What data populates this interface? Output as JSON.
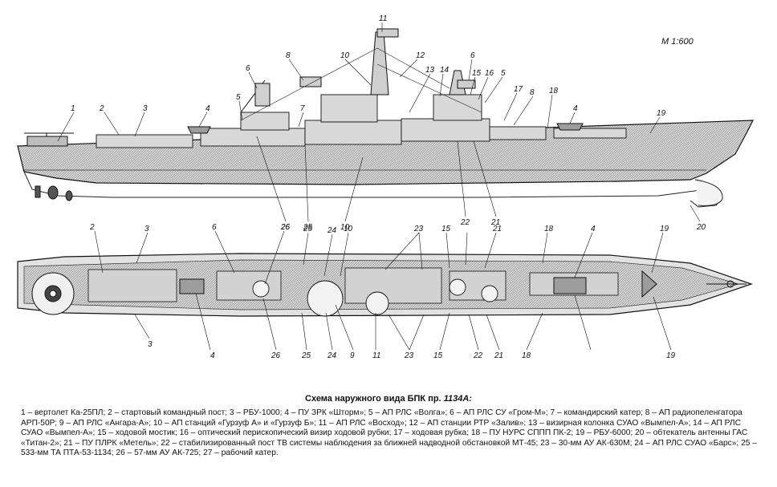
{
  "scale": "М 1:600",
  "caption": {
    "title_prefix": "Схема наружного вида БПК пр.",
    "title_project": "1134А:"
  },
  "legend_text": "1 – вертолет Ка-25ПЛ; 2 – стартовый командный пост; 3 – РБУ-1000; 4 – ПУ ЗРК «Шторм»; 5 – АП РЛС «Волга»; 6 – АП РЛС СУ «Гром-М»; 7 – командирский катер; 8 – АП радиопеленгатора АРП-50Р; 9 – АП РЛС «Ангара-А»; 10 – АП станций «Гурзуф А» и «Гурзуф Б»; 11 – АП РЛС «Восход»; 12 – АП станции РТР «Залив»; 13 – визирная колонка СУАО «Вымпел-А»; 14 – АП РЛС СУАО «Вымпел-А»; 15 – ходовой мостик; 16 – оптический перископический визир ходовой рубки; 17 – ходовая рубка; 18 – ПУ НУРС СППП ПК-2; 19 – РБУ-6000; 20 – обтекатель антенны ГАС «Титан-2»; 21 – ПУ ПЛРК «Метель»; 22 – стабилизированный пост ТВ системы наблюдения за ближней надводной обстановкой МТ-45; 23 – 30-мм АУ АК-630М; 24 – АП РЛС СУАО «Барс»; 25 – 533-мм ТА ПТА-53-1134; 26 – 57-мм АУ АК-725; 27 – рабочий катер.",
  "side_view_labels": [
    "1",
    "2",
    "3",
    "4",
    "5",
    "6",
    "7",
    "8",
    "10",
    "11",
    "12",
    "13",
    "14",
    "15",
    "16",
    "5",
    "6",
    "17",
    "8",
    "18",
    "4",
    "19",
    "26",
    "25",
    "10",
    "22",
    "21",
    "20"
  ],
  "plan_view_labels": [
    "2",
    "3",
    "6",
    "26",
    "25",
    "24",
    "10",
    "23",
    "15",
    "21",
    "18",
    "4",
    "19",
    "3",
    "4",
    "26",
    "25",
    "24",
    "9",
    "11",
    "23",
    "15",
    "22",
    "21",
    "18",
    "19"
  ]
}
